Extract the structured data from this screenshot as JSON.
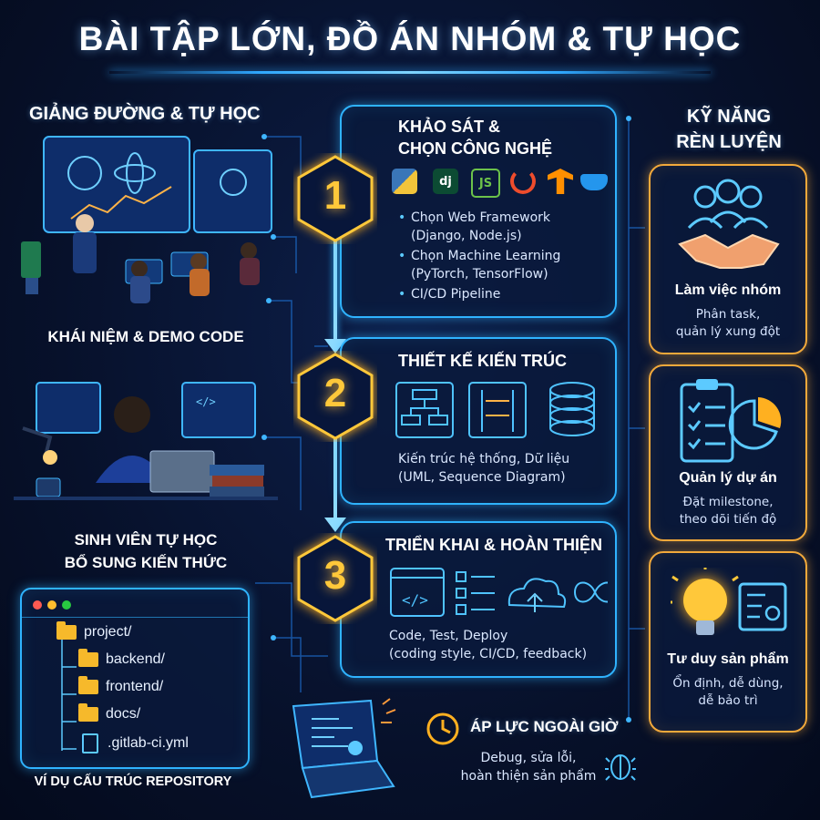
{
  "title": "BÀI TẬP LỚN, ĐỒ ÁN NHÓM & TỰ HỌC",
  "left": {
    "section_title": "GIẢNG ĐƯỜNG & TỰ HỌC",
    "caption_1": "KHÁI NIỆM & DEMO CODE",
    "caption_2_line1": "SINH VIÊN TỰ HỌC",
    "caption_2_line2": "BỔ SUNG KIẾN THỨC",
    "repo": {
      "items": [
        {
          "name": "project/",
          "kind": "folder"
        },
        {
          "name": "backend/",
          "kind": "folder"
        },
        {
          "name": "frontend/",
          "kind": "folder"
        },
        {
          "name": "docs/",
          "kind": "folder"
        },
        {
          "name": ".gitlab-ci.yml",
          "kind": "file"
        }
      ],
      "caption": "VÍ DỤ CẤU TRÚC REPOSITORY"
    }
  },
  "steps": [
    {
      "number": "1",
      "title_line1": "KHẢO SÁT &",
      "title_line2": "CHỌN CÔNG NGHỆ",
      "tech_logos": [
        "python-icon",
        "django-icon",
        "nodejs-icon",
        "pytorch-icon",
        "tensorflow-icon",
        "docker-icon"
      ],
      "django_text": "dj",
      "node_text": "JS",
      "bullets": [
        {
          "line1": "Chọn Web Framework",
          "line2": "(Django, Node.js)"
        },
        {
          "line1": "Chọn Machine Learning",
          "line2": "(PyTorch, TensorFlow)"
        },
        {
          "line1": "CI/CD Pipeline",
          "line2": ""
        }
      ]
    },
    {
      "number": "2",
      "title": "THIẾT KẾ KIẾN TRÚC",
      "desc_line1": "Kiến trúc hệ thống, Dữ liệu",
      "desc_line2": "(UML, Sequence Diagram)"
    },
    {
      "number": "3",
      "title": "TRIỂN KHAI & HOÀN THIỆN",
      "desc_line1": "Code, Test, Deploy",
      "desc_line2": "(coding style, CI/CD, feedback)"
    }
  ],
  "overtime": {
    "title": "ÁP LỰC NGOÀI GIỜ",
    "desc_line1": "Debug, sửa lỗi,",
    "desc_line2": "hoàn thiện sản phẩm"
  },
  "skills": {
    "title_line1": "KỸ NĂNG",
    "title_line2": "RÈN LUYỆN",
    "items": [
      {
        "title": "Làm việc nhóm",
        "desc_line1": "Phân task,",
        "desc_line2": "quản lý xung đột"
      },
      {
        "title": "Quản lý dự án",
        "desc_line1": "Đặt milestone,",
        "desc_line2": "theo dõi tiến độ"
      },
      {
        "title": "Tư duy sản phẩm",
        "desc_line1": "Ổn định, dễ dùng,",
        "desc_line2": "dễ bảo trì"
      }
    ]
  },
  "colors": {
    "accent": "#2fb3ff",
    "gold": "#ffc83a",
    "orange": "#f2a93b",
    "background": "#07112b"
  }
}
